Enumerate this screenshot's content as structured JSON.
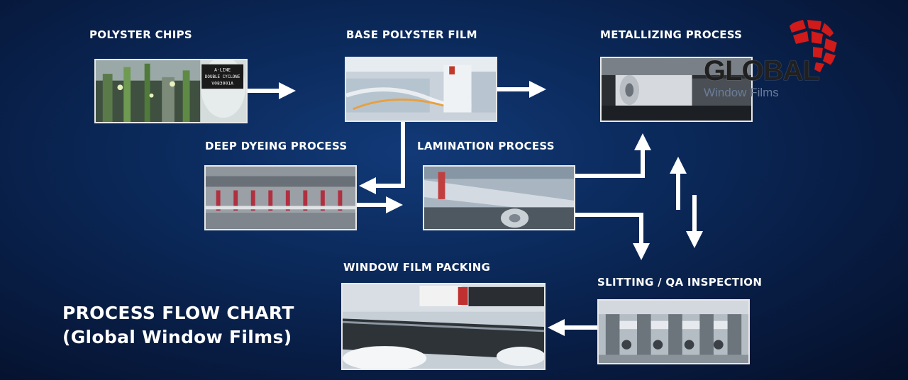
{
  "steps": {
    "polyster_chips": {
      "label": "POLYSTER CHIPS",
      "photo_text": [
        "A-LINE",
        "DOUBLE CYCLONE",
        "V083001A"
      ]
    },
    "base_film": {
      "label": "BASE POLYSTER FILM"
    },
    "metallizing": {
      "label": "METALLIZING PROCESS"
    },
    "deep_dyeing": {
      "label": "DEEP DYEING PROCESS"
    },
    "lamination": {
      "label": "LAMINATION PROCESS"
    },
    "packing": {
      "label": "WINDOW FILM PACKING"
    },
    "slitting": {
      "label": "SLITTING / QA INSPECTION"
    }
  },
  "title": {
    "line1": "PROCESS FLOW CHART",
    "line2": "(Global Window Films)"
  },
  "logo": {
    "main": "GLOBAL",
    "sub": "Window Films",
    "accent_color": "#d11a1a"
  },
  "colors": {
    "arrow": "#ffffff",
    "background": "#0b2a5c"
  }
}
